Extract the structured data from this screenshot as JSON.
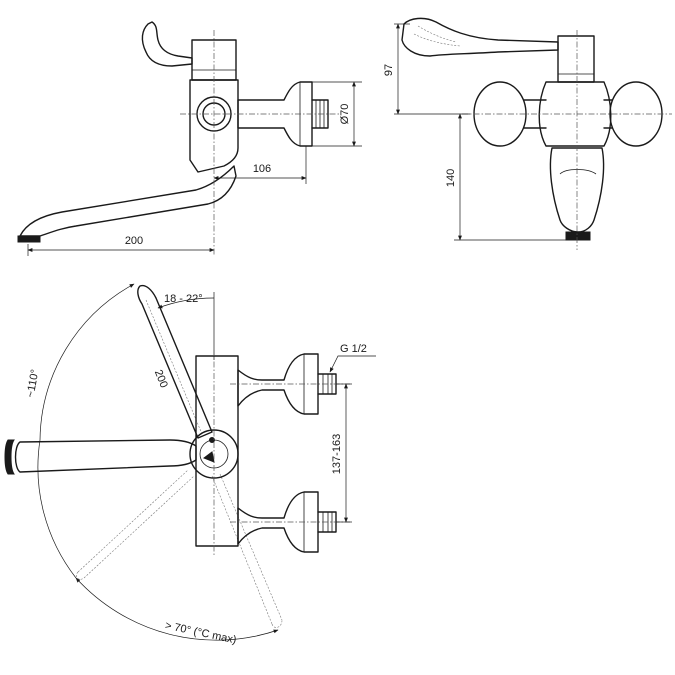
{
  "dimensions": {
    "side_inlet_diameter": "Ø70",
    "side_offset": "106",
    "side_spout_length": "200",
    "front_lever_height": "97",
    "front_body_height": "140",
    "top_lever_angle": "18 - 22°",
    "top_lever_length": "200",
    "top_rotation": "~110°",
    "top_thread": "G 1/2",
    "top_centres": "137-163",
    "top_temp_limit": "> 70° (°C max)"
  }
}
